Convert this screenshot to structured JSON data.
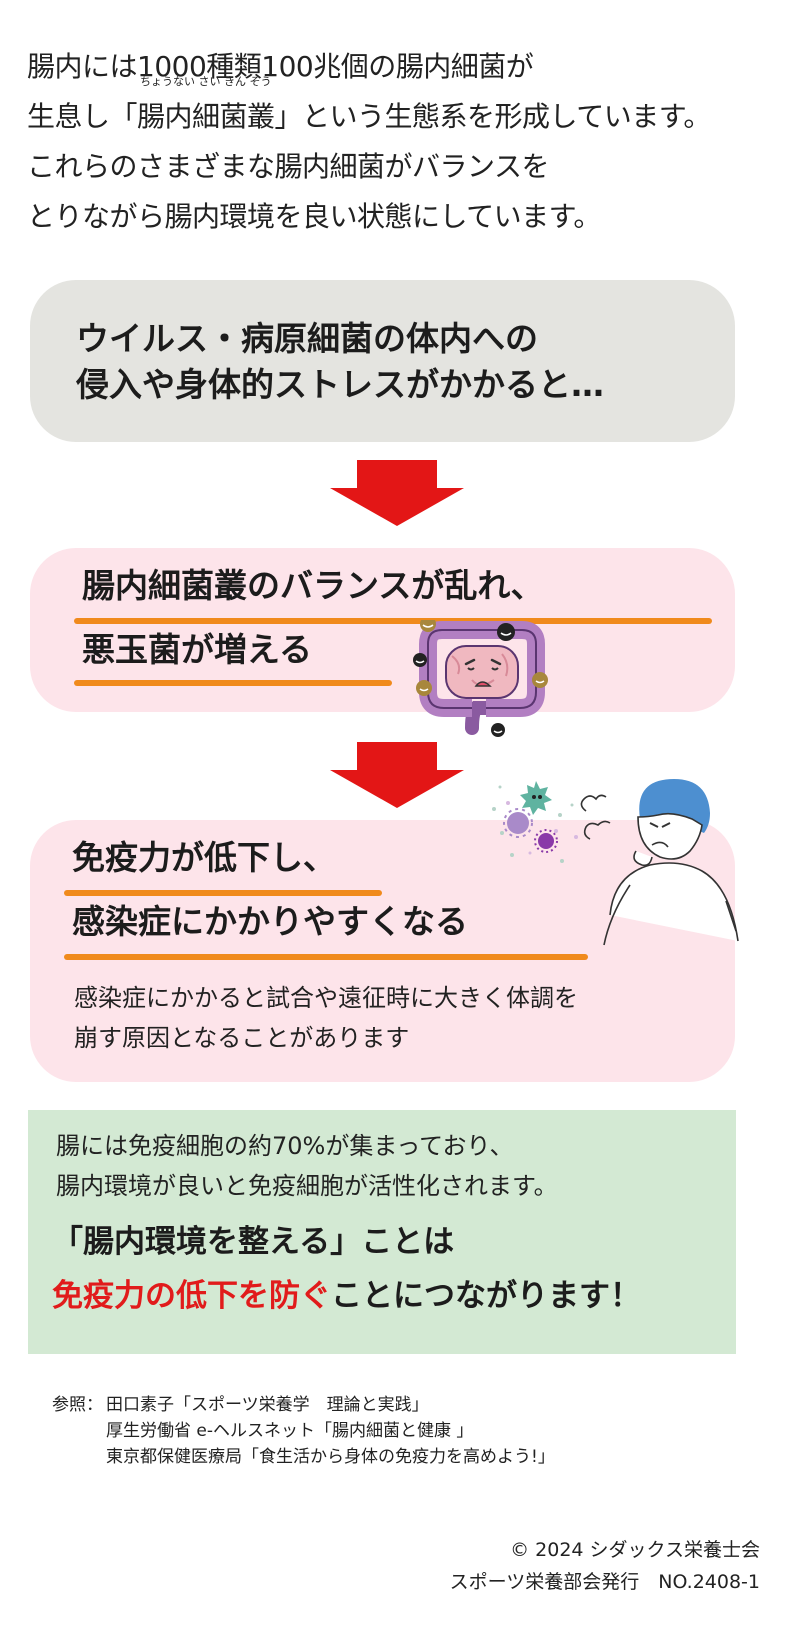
{
  "intro": {
    "line1": "腸内には1000種類100兆個の腸内細菌が",
    "line2_pre": "生息し",
    "line2_ruby_base": "「腸内細菌叢」",
    "line2_ruby_text": "ちょうない さい きん そう",
    "line2_post": "という生態系を形成しています。",
    "line3": "これらのさまざまな腸内細菌がバランスを",
    "line4": "とりながら腸内環境を良い状態にしています。"
  },
  "step1": {
    "line1": "ウイルス・病原細菌の体内への",
    "line2": "侵入や身体的ストレスがかかると…"
  },
  "step2": {
    "line1": "腸内細菌叢のバランスが乱れ、",
    "line2": "悪玉菌が増える"
  },
  "step3": {
    "line1": "免疫力が低下し、",
    "line2": "感染症にかかりやすくなる",
    "desc1": "感染症にかかると試合や遠征時に大きく体調を",
    "desc2": "崩す原因となることがあります"
  },
  "note": {
    "line1": "腸には免疫細胞の約70%が集まっており、",
    "line2": "腸内環境が良いと免疫細胞が活性化されます。",
    "bold1": "「腸内環境を整える」ことは",
    "bold2_red": "免疫力の低下を防ぐ",
    "bold2_rest": "ことにつながります！"
  },
  "refs": {
    "label": "参照：",
    "items": [
      "田口素子「スポーツ栄養学　理論と実践」",
      "厚生労働省 e-ヘルスネット「腸内細菌と健康 」",
      "東京都保健医療局「食生活から身体の免疫力を高めよう!」"
    ]
  },
  "credit": {
    "line1": "© 2024 シダックス栄養士会",
    "line2": "スポーツ栄養部会発行　NO.2408-1"
  },
  "colors": {
    "gray_box": "#e4e4e0",
    "pink_box": "#fde4ea",
    "green_box": "#d3e9d3",
    "arrow_red": "#e31616",
    "underline_orange": "#f08a1c",
    "highlight_red": "#e11b1b"
  },
  "icons": [
    "down-arrow-icon",
    "intestine-illustration",
    "virus-icon",
    "coughing-person-illustration"
  ]
}
